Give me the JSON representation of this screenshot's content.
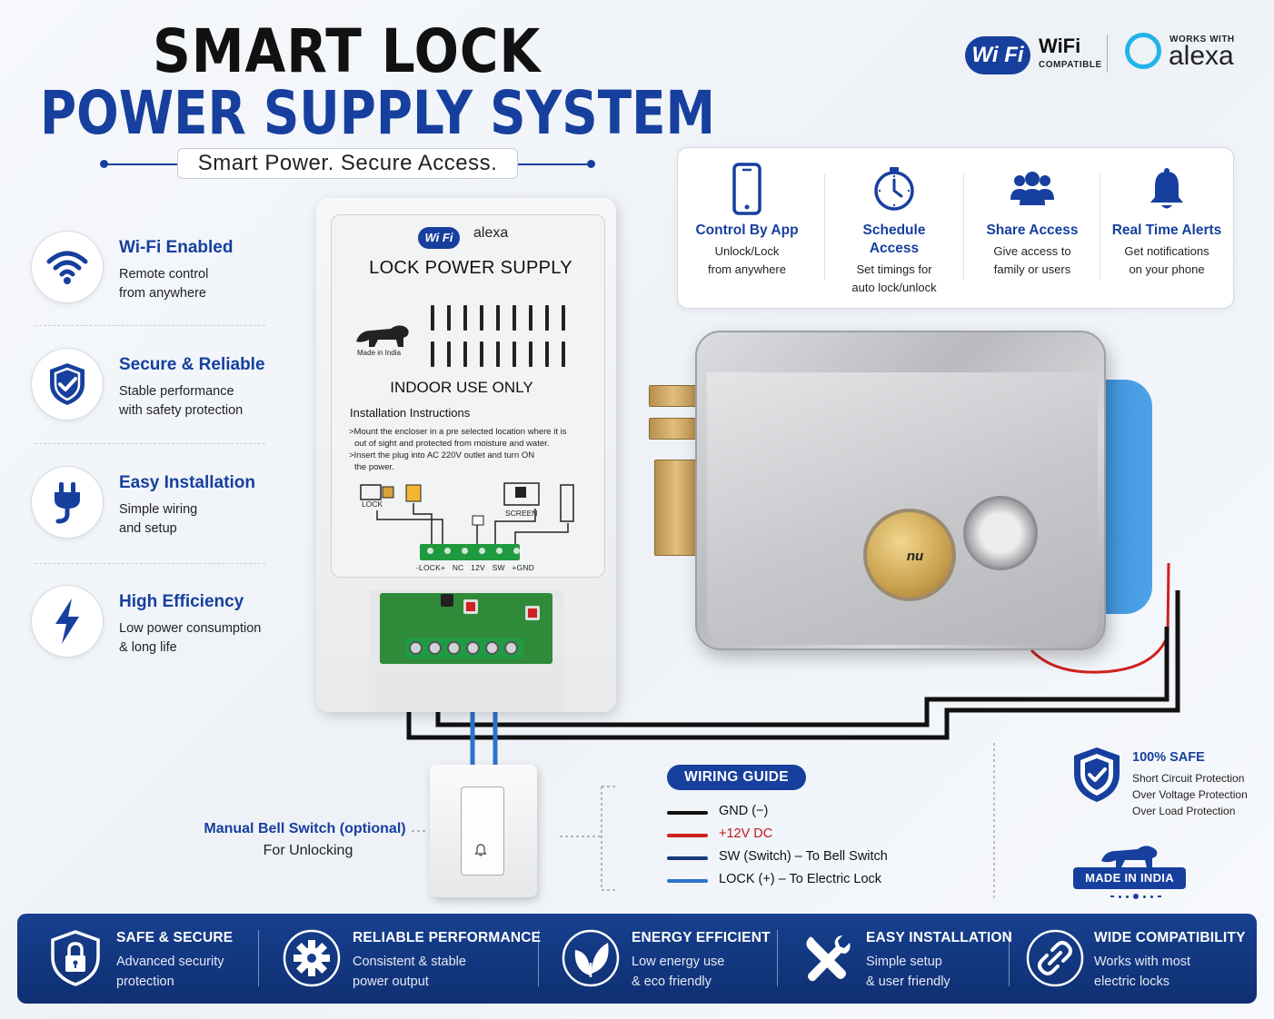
{
  "title": {
    "line1": "SMART LOCK",
    "line2": "POWER SUPPLY SYSTEM",
    "tagline": "Smart Power. Secure Access."
  },
  "logos": {
    "wifi_badge": "Wi Fi",
    "wifi_text": "WiFi",
    "wifi_sub": "COMPATIBLE",
    "alexa_small": "WORKS WITH",
    "alexa_big": "alexa"
  },
  "left_features": [
    {
      "title": "Wi-Fi Enabled",
      "line1": "Remote control",
      "line2": "from anywhere",
      "icon": "wifi-icon"
    },
    {
      "title": "Secure & Reliable",
      "line1": "Stable performance",
      "line2": "with safety protection",
      "icon": "shield-check-icon"
    },
    {
      "title": "Easy Installation",
      "line1": "Simple wiring",
      "line2": "and setup",
      "icon": "plug-icon"
    },
    {
      "title": "High Efficiency",
      "line1": "Low power consumption",
      "line2": "& long life",
      "icon": "lightning-icon"
    }
  ],
  "psu": {
    "wifi_badge": "Wi Fi",
    "alexa": "alexa",
    "title": "LOCK POWER SUPPLY",
    "made_in_india": "Made in India",
    "indoor": "INDOOR USE ONLY",
    "instructions_title": "Installation Instructions",
    "instruction_1": ">Mount the encloser in a pre selected location where it is",
    "instruction_1b": "out of sight and protected from moisture and water.",
    "instruction_2": ">Insert the plug into AC 220V outlet and turn ON",
    "instruction_2b": "the power.",
    "diagram_lock": "LOCK",
    "diagram_screen": "SCREEN",
    "terminals": "-LOCK+   NC   12V   SW   +GND"
  },
  "app_features": [
    {
      "title": "Control By App",
      "line1": "Unlock/Lock",
      "line2": "from anywhere",
      "icon": "phone-icon"
    },
    {
      "title": "Schedule",
      "title2": "Access",
      "line1": "Set timings for",
      "line2": "auto lock/unlock",
      "icon": "clock-icon"
    },
    {
      "title": "Share Access",
      "line1": "Give access to",
      "line2": "family or users",
      "icon": "users-icon"
    },
    {
      "title": "Real Time Alerts",
      "line1": "Get notifications",
      "line2": "on your phone",
      "icon": "bell-icon"
    }
  ],
  "lock": {
    "brand_mark": "nu"
  },
  "bell_switch": {
    "label": "Manual Bell Switch (optional)",
    "sub": "For Unlocking"
  },
  "wiring_guide": {
    "title": "WIRING GUIDE",
    "items": [
      {
        "label": "GND (−)",
        "color": "#111111"
      },
      {
        "label": "+12V DC",
        "color": "#d02020"
      },
      {
        "label": "SW (Switch) – To Bell Switch",
        "color": "#163a7a"
      },
      {
        "label": "LOCK (+) – To Electric Lock",
        "color": "#2b74c8"
      }
    ]
  },
  "safety": {
    "title": "100% SAFE",
    "items": [
      "Short Circuit Protection",
      "Over Voltage Protection",
      "Over Load Protection"
    ],
    "made_in_india": "MADE IN INDIA"
  },
  "bottom_bar": [
    {
      "title": "SAFE & SECURE",
      "line1": "Advanced security",
      "line2": "protection",
      "icon": "padlock-shield-icon"
    },
    {
      "title": "RELIABLE PERFORMANCE",
      "line1": "Consistent & stable",
      "line2": "power output",
      "icon": "gear-icon"
    },
    {
      "title": "ENERGY EFFICIENT",
      "line1": "Low energy use",
      "line2": "& eco friendly",
      "icon": "leaf-icon"
    },
    {
      "title": "EASY INSTALLATION",
      "line1": "Simple setup",
      "line2": "& user friendly",
      "icon": "tools-icon"
    },
    {
      "title": "WIDE COMPATIBILITY",
      "line1": "Works with most",
      "line2": "electric locks",
      "icon": "link-icon"
    }
  ],
  "colors": {
    "brand_blue": "#163f9e",
    "navy": "#0f2f72",
    "wire_red": "#d02020",
    "wire_blue": "#2b74c8",
    "alexa_cyan": "#20b5e8"
  }
}
